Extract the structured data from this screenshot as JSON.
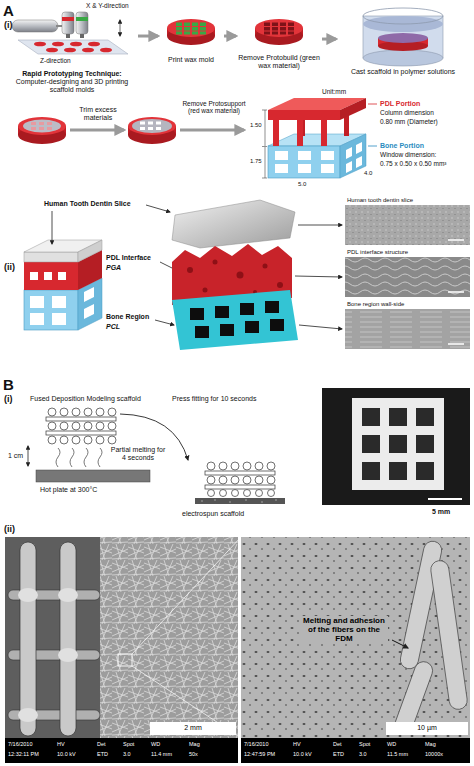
{
  "diagram": {
    "nodes": [
      {
        "text": [
          "Rapid Prototyping Technique:",
          "Computer-designing and 3D printing scaffold molds"
        ]
      },
      {
        "text": [
          "Print wax mold"
        ]
      },
      {
        "text": [
          "Remove Protobuild (green wax material)"
        ]
      },
      {
        "text": [
          "Cast scaffold in polymer solutions"
        ]
      }
    ],
    "edges": [
      {
        "from": 0,
        "to": 1,
        "arrow": "to"
      },
      {
        "from": 1,
        "to": 2,
        "arrow": "to"
      },
      {
        "from": 2,
        "to": 3,
        "arrow": "to"
      }
    ],
    "labels": [
      "A",
      "(i)",
      "X & Y-direction",
      "Z-direction",
      "Trim excess materials",
      "Remove Protosupport (red wax material)",
      "Unit:mm",
      "1.50",
      "1.75",
      "5.0",
      "4.0",
      "PDL Portion",
      "Column dimension",
      "0.80 mm (Diameter)",
      "Bone Portion",
      "Window dimension:",
      "0.75 x 0.50 x 0.50 mm³",
      "(ii)",
      "Human Tooth Dentin Slice",
      "PDL Interface",
      "PGA",
      "Bone Region",
      "PCL",
      "Human tooth dentin slice",
      "PDL interface structure",
      "Bone region wall-side",
      "B",
      "(i)",
      "Fused Deposition Modeling scaffold",
      "Partial melting for 4 seconds",
      "1 cm",
      "Hot plate at 300°C",
      "Press fitting for 10 seconds",
      "electrospun scaffold",
      "5 mm",
      "(ii)",
      "2 mm",
      "10 µm",
      "Melting and adhesion of the fibers on the FDM",
      "7/16/2010",
      "12:32:11 PM",
      "HV",
      "10.0 kV",
      "Det",
      "ETD",
      "Spot",
      "3.0",
      "WD",
      "11.4 mm",
      "Mag",
      "50x",
      "7/16/2010",
      "12:47:59 PM",
      "HV",
      "10.0 kV",
      "Det",
      "ETD",
      "Spot",
      "3.0",
      "WD",
      "11.5 mm",
      "Mag",
      "10000x"
    ]
  }
}
